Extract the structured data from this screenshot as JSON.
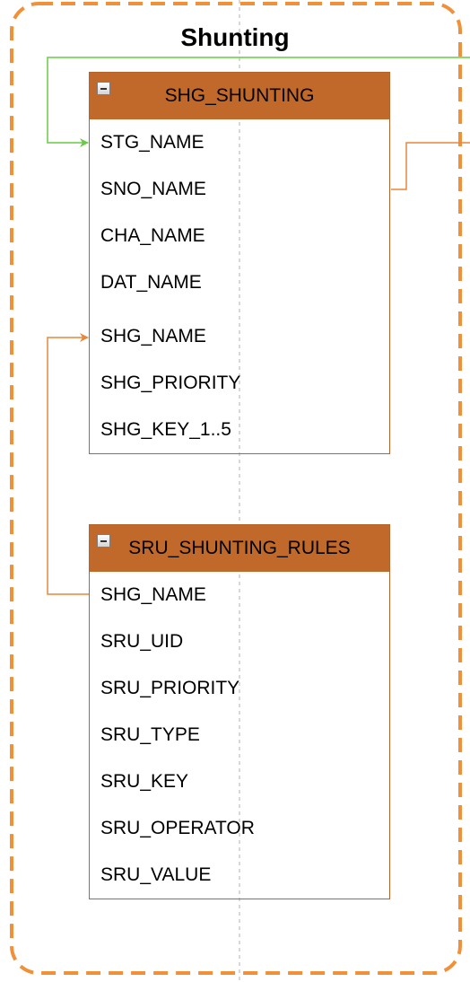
{
  "group": {
    "title": "Shunting"
  },
  "tables": {
    "shg": {
      "title": "SHG_SHUNTING",
      "fields": [
        "STG_NAME",
        "SNO_NAME",
        "CHA_NAME",
        "DAT_NAME",
        "SHG_NAME",
        "SHG_PRIORITY",
        "SHG_KEY_1..5"
      ]
    },
    "sru": {
      "title": "SRU_SHUNTING_RULES",
      "fields": [
        "SHG_NAME",
        "SRU_UID",
        "SRU_PRIORITY",
        "SRU_TYPE",
        "SRU_KEY",
        "SRU_OPERATOR",
        "SRU_VALUE"
      ]
    }
  },
  "colors": {
    "group_border": "#f0913a",
    "table_header": "#c0692a",
    "table_border": "#b5632a",
    "link_orange": "#e8873a",
    "link_green": "#66cc44",
    "guide_line": "#bdbdbd"
  },
  "icons": {
    "collapse": "collapse-icon"
  }
}
